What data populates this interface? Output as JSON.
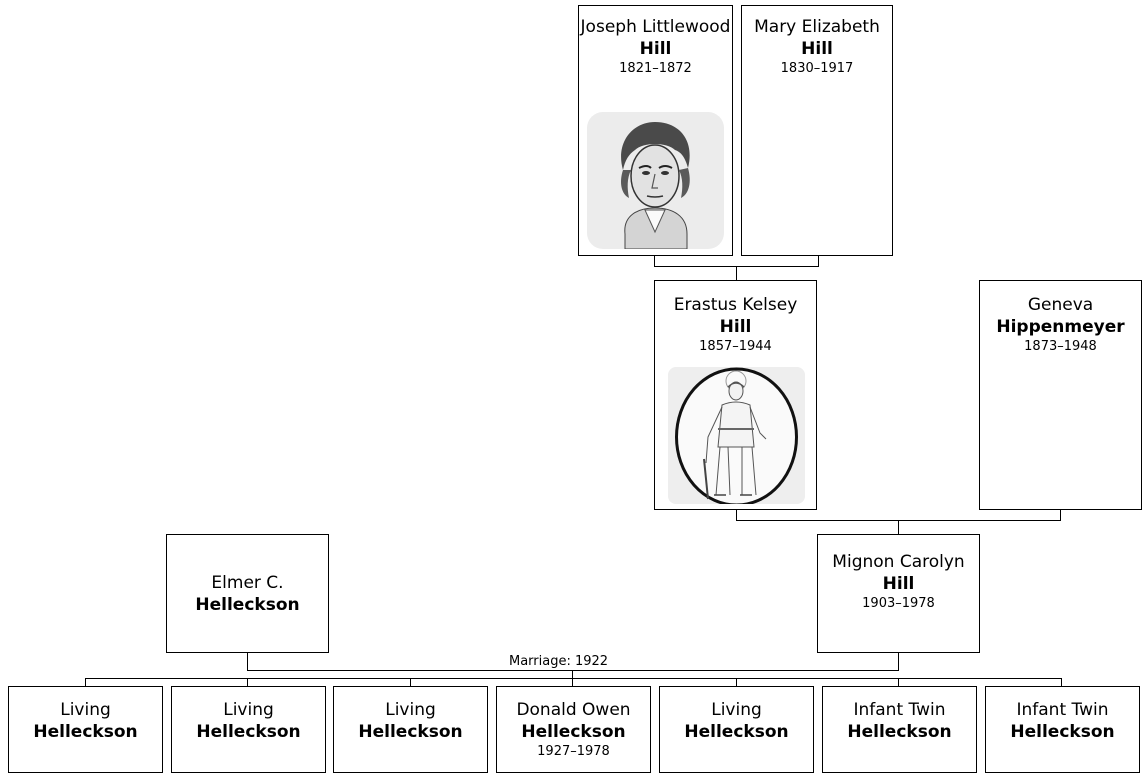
{
  "people": {
    "joseph": {
      "given": "Joseph Littlewood",
      "surname": "Hill",
      "dates": "1821–1872",
      "portrait_icon": "engraved-portrait-man"
    },
    "mary": {
      "given": "Mary Elizabeth",
      "surname": "Hill",
      "dates": "1830–1917"
    },
    "erastus": {
      "given": "Erastus Kelsey",
      "surname": "Hill",
      "dates": "1857–1944",
      "portrait_icon": "oval-portrait-standing-man"
    },
    "geneva": {
      "given": "Geneva",
      "surname": "Hippenmeyer",
      "dates": "1873–1948"
    },
    "elmer": {
      "given": "Elmer C.",
      "surname": "Helleckson"
    },
    "mignon": {
      "given": "Mignon Carolyn",
      "surname": "Hill",
      "dates": "1903–1978"
    }
  },
  "marriage_label": "Marriage: 1922",
  "children": [
    {
      "given": "Living",
      "surname": "Helleckson",
      "dates": ""
    },
    {
      "given": "Living",
      "surname": "Helleckson",
      "dates": ""
    },
    {
      "given": "Living",
      "surname": "Helleckson",
      "dates": ""
    },
    {
      "given": "Donald Owen",
      "surname": "Helleckson",
      "dates": "1927–1978"
    },
    {
      "given": "Living",
      "surname": "Helleckson",
      "dates": ""
    },
    {
      "given": "Infant Twin",
      "surname": "Helleckson",
      "dates": ""
    },
    {
      "given": "Infant Twin",
      "surname": "Helleckson",
      "dates": ""
    }
  ],
  "colors": {
    "line": "#000000",
    "box_border": "#000000",
    "background": "#ffffff"
  }
}
